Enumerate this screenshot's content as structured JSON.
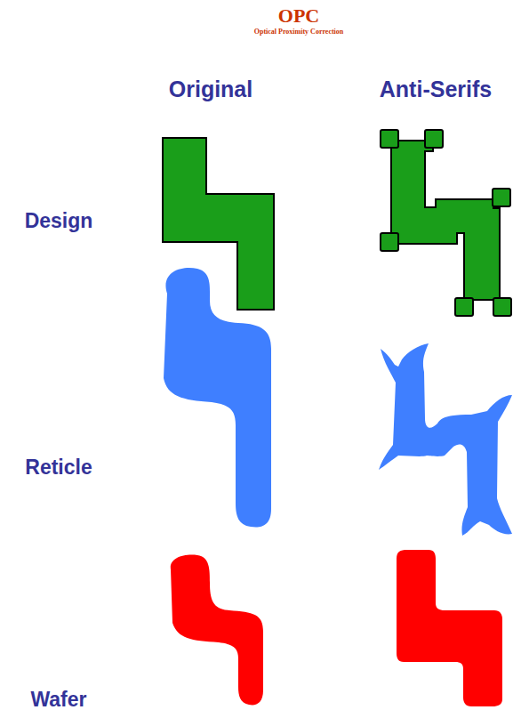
{
  "diagram": {
    "title": "OPC",
    "labels": [
      "Optical Proximity Correction",
      "Original",
      "Anti-Serifs",
      "Design",
      "Reticle",
      "Wafer"
    ]
  }
}
